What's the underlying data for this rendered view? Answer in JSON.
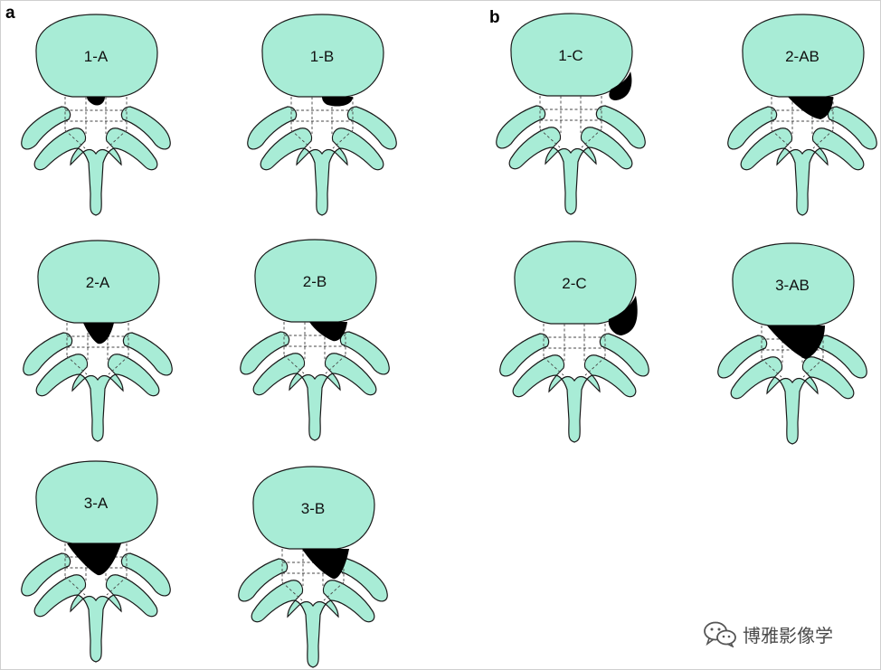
{
  "panels": [
    {
      "letter": "a"
    },
    {
      "letter": "b"
    }
  ],
  "diagrams": [
    {
      "label": "1-A",
      "size": 1,
      "zone": "A"
    },
    {
      "label": "1-B",
      "size": 1,
      "zone": "B"
    },
    {
      "label": "2-A",
      "size": 2,
      "zone": "A"
    },
    {
      "label": "2-B",
      "size": 2,
      "zone": "B"
    },
    {
      "label": "3-A",
      "size": 3,
      "zone": "A"
    },
    {
      "label": "3-B",
      "size": 3,
      "zone": "B"
    },
    {
      "label": "1-C",
      "size": 1,
      "zone": "C"
    },
    {
      "label": "2-AB",
      "size": 2,
      "zone": "AB"
    },
    {
      "label": "2-C",
      "size": 2,
      "zone": "C"
    },
    {
      "label": "3-AB",
      "size": 3,
      "zone": "AB"
    }
  ],
  "colors": {
    "vertebra_fill": "#a8ecd6",
    "outline": "#1a1a1a",
    "herniation": "#000000"
  },
  "watermark": {
    "text": "博雅影像学",
    "icon": "wechat-icon"
  }
}
